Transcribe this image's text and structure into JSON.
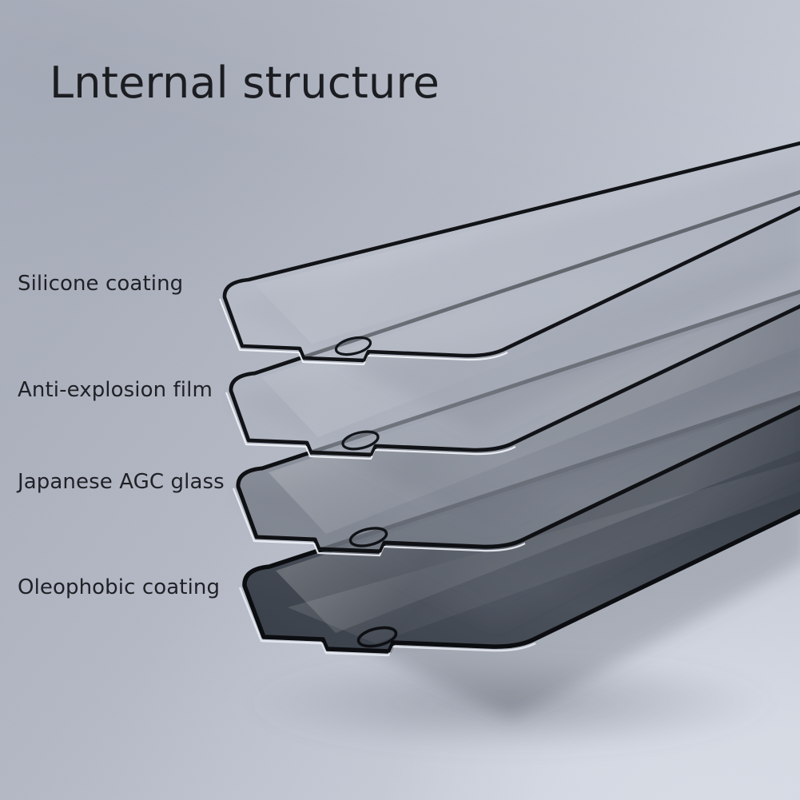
{
  "page": {
    "title": "Lnternal structure",
    "background": {
      "top_left": "#a9aebb",
      "top_right": "#c1c6d1",
      "bottom_left": "#a8acb8",
      "bottom_right": "#ced3de"
    },
    "text_color": "#1f2126"
  },
  "diagram": {
    "type": "exploded-layer-stack",
    "subject": "screen-protector-glass",
    "layer_count": 4,
    "perspective": "isometric sheets receding to upper-right, stacked top to bottom",
    "layers": [
      {
        "index": 0,
        "label": "Silicone coating",
        "tint": "#b7bcc7",
        "opacity": 0.38,
        "border_color": "#111317",
        "has_camera_hole": true,
        "has_speaker_notch": true
      },
      {
        "index": 1,
        "label": "Anti-explosion film",
        "tint": "#aab0bb",
        "opacity": 0.45,
        "border_color": "#111317",
        "has_camera_hole": true,
        "has_speaker_notch": true
      },
      {
        "index": 2,
        "label": "Japanese AGC glass",
        "tint": "#7e8490",
        "opacity": 0.6,
        "border_color": "#0e1013",
        "has_camera_hole": true,
        "has_speaker_notch": true
      },
      {
        "index": 3,
        "label": "Oleophobic coating",
        "tint": "#3d434c",
        "opacity": 0.94,
        "border_color": "#0b0d10",
        "has_camera_hole": true,
        "has_speaker_notch": true
      }
    ]
  }
}
